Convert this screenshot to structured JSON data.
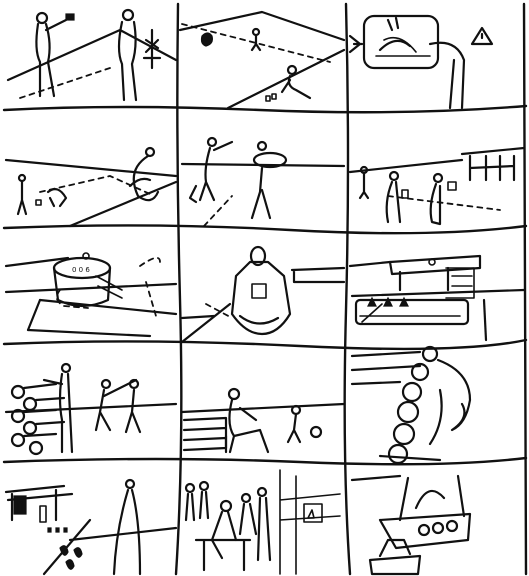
{
  "sheet": {
    "rows": 5,
    "columns": 3,
    "ink_color": "#111111",
    "paper_color": "#ffffff"
  },
  "panels": [
    {
      "row": 1,
      "col": 1,
      "subject": "two-figures-on-hill"
    },
    {
      "row": 1,
      "col": 2,
      "subject": "figures-on-slope"
    },
    {
      "row": 1,
      "col": 3,
      "subject": "figure-with-mirror"
    },
    {
      "row": 2,
      "col": 1,
      "subject": "crouching-figures-and-carrier"
    },
    {
      "row": 2,
      "col": 2,
      "subject": "walking-carriers"
    },
    {
      "row": 2,
      "col": 3,
      "subject": "figures-near-structure"
    },
    {
      "row": 3,
      "col": 1,
      "subject": "round-hut-plan"
    },
    {
      "row": 3,
      "col": 2,
      "subject": "figure-with-apron"
    },
    {
      "row": 3,
      "col": 3,
      "subject": "market-stall"
    },
    {
      "row": 4,
      "col": 1,
      "subject": "woodpile-and-figures"
    },
    {
      "row": 4,
      "col": 2,
      "subject": "seated-figure-and-stairs"
    },
    {
      "row": 4,
      "col": 3,
      "subject": "stacked-discs"
    },
    {
      "row": 5,
      "col": 1,
      "subject": "table-and-tall-figure"
    },
    {
      "row": 5,
      "col": 2,
      "subject": "crowd-at-tables"
    },
    {
      "row": 5,
      "col": 3,
      "subject": "basket-and-rocks"
    }
  ],
  "labels": {
    "hut_mark": "0 0 6"
  }
}
